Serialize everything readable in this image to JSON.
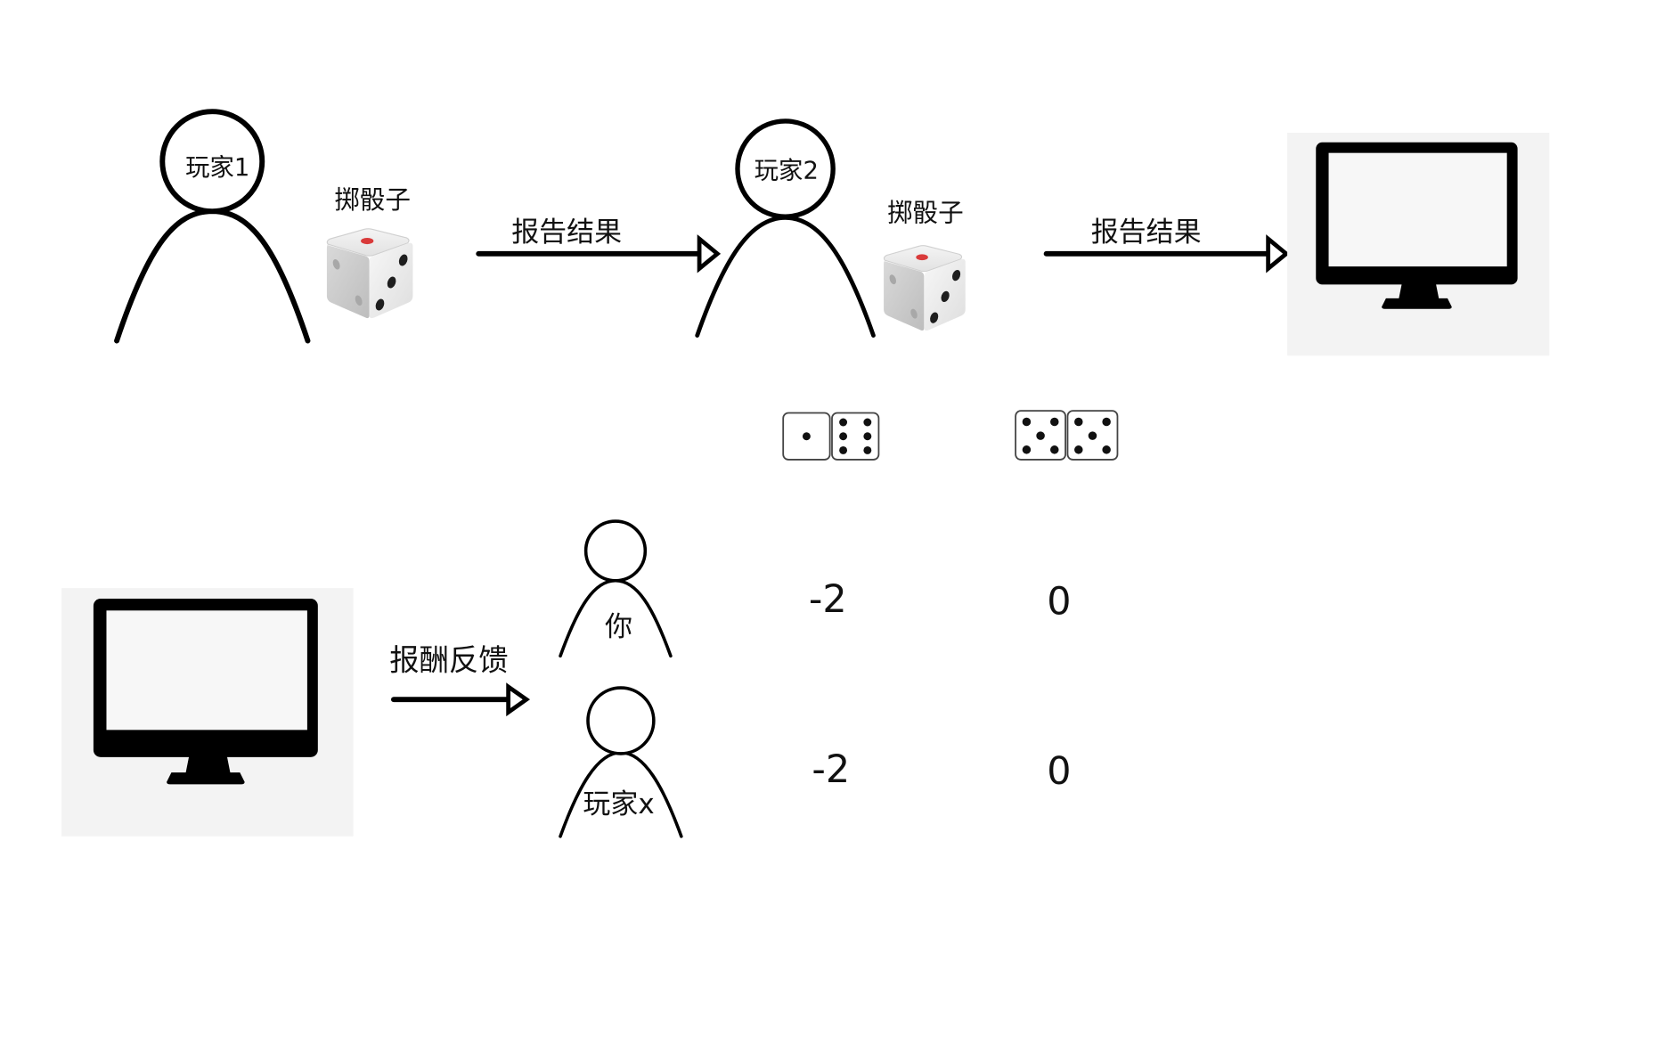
{
  "players": [
    {
      "label": "玩家1",
      "action": "掷骰子"
    },
    {
      "label": "玩家2",
      "action": "掷骰子"
    }
  ],
  "report_arrows": [
    {
      "label": "报告结果"
    },
    {
      "label": "报告结果"
    }
  ],
  "dice_pairs": [
    {
      "faces": [
        1,
        6
      ]
    },
    {
      "faces": [
        5,
        5
      ]
    }
  ],
  "feedback_arrow": {
    "label": "报酬反馈"
  },
  "reward_rows": [
    {
      "player": "你",
      "values": [
        -2,
        0
      ]
    },
    {
      "player": "玩家x",
      "values": [
        -2,
        0
      ]
    }
  ],
  "icons": {
    "figure": "stick-figure-icon",
    "rolling_die": "die-3d-icon",
    "computer": "monitor-icon",
    "die_face": "die-face-icon"
  },
  "colors": {
    "ink": "#000000",
    "monitor_panel": "#f3f3f3",
    "die_top_dot": "#d93a3a"
  }
}
